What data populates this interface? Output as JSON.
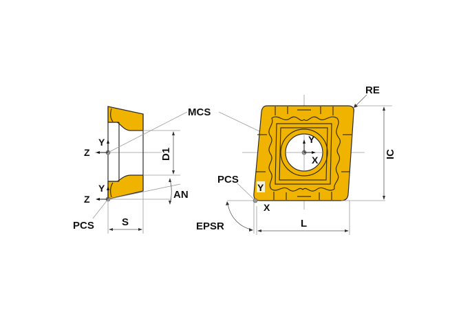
{
  "colors": {
    "insert_fill": "#F0B400",
    "insert_edge": "#2A2A2A",
    "leader": "#8A8A8A",
    "text": "#111111",
    "background": "#FFFFFF"
  },
  "side_view": {
    "axis_labels": {
      "y_top": "Y",
      "z_top": "Z",
      "y_bottom": "Y",
      "z_bottom": "Z"
    },
    "dimensions": {
      "thickness": "S",
      "hole_diameter": "D1",
      "clearance_angle": "AN"
    },
    "point_labels": {
      "pcs": "PCS"
    }
  },
  "top_view": {
    "axis_labels": {
      "y_center": "Y",
      "x_center": "X",
      "y_corner": "Y",
      "x_corner": "X"
    },
    "dimensions": {
      "length": "L",
      "inscribed_circle": "IC",
      "corner_radius": "RE",
      "lead_angle": "EPSR"
    },
    "point_labels": {
      "pcs": "PCS"
    }
  },
  "shared_labels": {
    "mcs": "MCS"
  }
}
